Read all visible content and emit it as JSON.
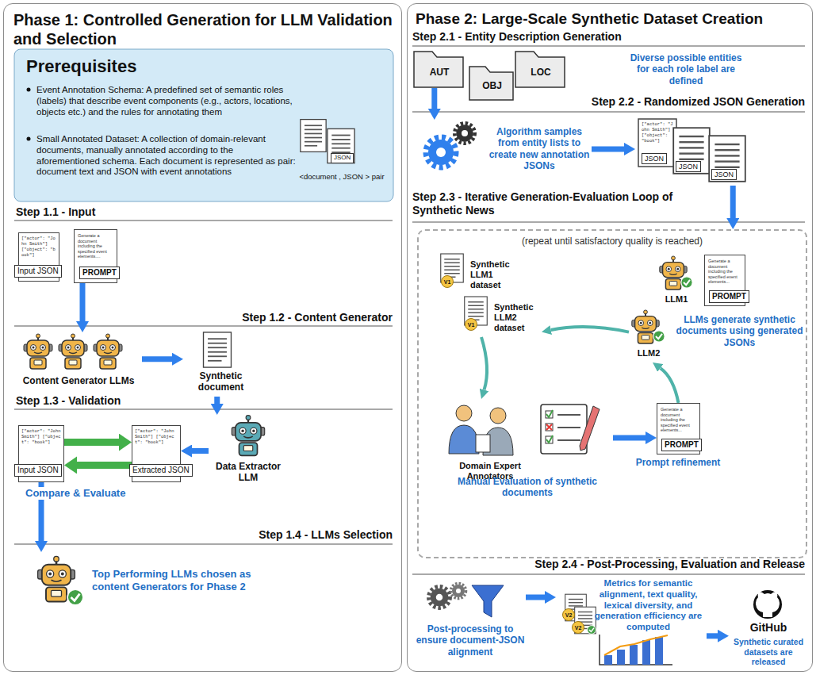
{
  "diagram": {
    "nodes": [
      {
        "text": [
          "Phase 1: Controlled Generation for LLM Validation and Selection"
        ]
      },
      {
        "text": [
          "Prerequisites",
          "Event Annotation Schema: A predefined set of semantic roles (labels) that describe event components (e.g., actors, locations, objects etc.) and the rules for annotating them",
          "Small Annotated Dataset: A collection of domain-relevant documents, manually annotated according to the aforementioned schema. Each document is represented as pair: document text and JSON with event annotations"
        ],
        "in": 0
      },
      {
        "text": [
          "[\"actor\": \"John Smith\"] [\"object\": \"book\"]",
          "Input JSON"
        ],
        "in": 0
      },
      {
        "text": [
          "Generate a document including the specified event elements....",
          "PROMPT"
        ],
        "in": 0
      },
      {
        "text": [
          "Content Generator LLMs"
        ],
        "in": 0
      },
      {
        "text": [
          "Synthetic document"
        ],
        "in": 0
      },
      {
        "text": [
          "Data Extractor LLM"
        ],
        "in": 0
      },
      {
        "text": [
          "[\"actor\": \"John Smith\"] [\"object\": \"book\"]",
          "Extracted JSON"
        ],
        "in": 0
      },
      {
        "text": [
          "[\"actor\": \"John Smith\"] [\"object\": \"book\"]",
          "Input JSON"
        ],
        "in": 0
      },
      {
        "text": [
          "Top Performing LLMs chosen as content Generators for Phase 2"
        ],
        "in": 0
      },
      {
        "text": [
          "Phase 2: Large-Scale Synthetic Dataset Creation"
        ]
      },
      {
        "text": [
          "AUT"
        ],
        "in": 10
      },
      {
        "text": [
          "OBJ"
        ],
        "in": 10
      },
      {
        "text": [
          "LOC"
        ],
        "in": 10
      },
      {
        "text": [
          "Algorithm samples from entity lists to create new annotation JSONs"
        ],
        "in": 10
      },
      {
        "text": [
          "[\"actor\": \"John Smith\"] [\"object\": \"book\"]",
          "JSON",
          "JSON",
          "JSON"
        ],
        "in": 10
      },
      {
        "text": [
          "(repeat until satisfactory quality is reached)"
        ],
        "in": 10
      },
      {
        "text": [
          "Synthetic LLM1 dataset",
          "V1"
        ],
        "in": 16
      },
      {
        "text": [
          "Synthetic LLM2 dataset",
          "V1"
        ],
        "in": 16
      },
      {
        "text": [
          "LLM1"
        ],
        "in": 16
      },
      {
        "text": [
          "LLM2"
        ],
        "in": 16
      },
      {
        "text": [
          "Generate a document including the specified event elements...",
          "PROMPT"
        ],
        "in": 16
      },
      {
        "text": [
          "Domain Expert Annotators"
        ],
        "in": 16
      },
      {
        "text": [
          "Generate a document including the specified event elements...",
          "PROMPT"
        ],
        "in": 16
      },
      {
        "text": [
          "Post-processing to ensure document-JSON alignment"
        ],
        "in": 10
      },
      {
        "text": [
          "Metrics for semantic alignment, text quality, lexical diversity, and generation efficiency are computed",
          "V2",
          "V2"
        ],
        "in": 10
      },
      {
        "text": [
          "GitHub",
          "Synthetic curated datasets are released"
        ],
        "in": 10
      }
    ],
    "edges": [
      {
        "from": 3,
        "to": 4,
        "arrow": "to"
      },
      {
        "from": 4,
        "to": 5,
        "arrow": "to"
      },
      {
        "from": 5,
        "to": 6,
        "arrow": "to"
      },
      {
        "from": 6,
        "to": 7,
        "arrow": "to"
      },
      {
        "from": 8,
        "to": 7,
        "arrow": "to"
      },
      {
        "from": 7,
        "to": 8,
        "arrow": "to"
      },
      {
        "from": 8,
        "to": 9,
        "arrow": "to"
      },
      {
        "from": 11,
        "to": 14,
        "arrow": "to"
      },
      {
        "from": 14,
        "to": 15,
        "arrow": "to"
      },
      {
        "from": 15,
        "to": 16,
        "arrow": "to"
      },
      {
        "from": 20,
        "to": 18,
        "arrow": "to"
      },
      {
        "from": 18,
        "to": 22,
        "arrow": "to"
      },
      {
        "from": 22,
        "to": 23,
        "arrow": "to"
      },
      {
        "from": 23,
        "to": 20,
        "arrow": "to"
      },
      {
        "from": 24,
        "to": 25,
        "arrow": "to"
      },
      {
        "from": 25,
        "to": 26,
        "arrow": "to"
      }
    ],
    "labels": [
      "JSON",
      "<document , JSON > pair",
      "Step 1.1 - Input",
      "Step 1.2 - Content Generator",
      "Step 1.3 - Validation",
      "Compare & Evaluate",
      "Step 1.4 - LLMs Selection",
      "Step 2.1 - Entity Description Generation",
      "Diverse possible entities for each role label are defined",
      "Step 2.2 - Randomized JSON Generation",
      "Step 2.3 - Iterative Generation-Evaluation Loop of Synthetic News",
      "LLMs generate synthetic documents using generated JSONs",
      "Manual Evaluation of synthetic documents",
      "Prompt refinement",
      "Step 2.4 - Post-Processing, Evaluation and Release"
    ]
  }
}
